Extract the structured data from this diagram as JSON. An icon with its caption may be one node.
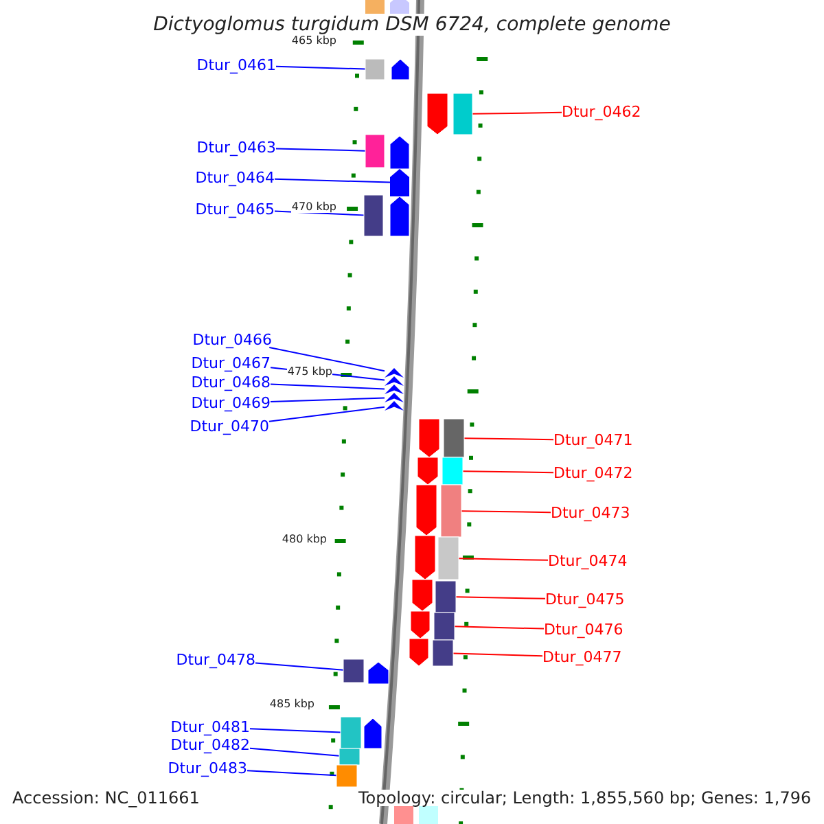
{
  "diagram": {
    "title": "Dictyoglomus turgidum DSM 6724, complete genome",
    "nodes": [
      {
        "text": [
          "Dtur_0461"
        ]
      },
      {
        "text": [],
        "shape": "box"
      },
      {
        "text": [
          "Dtur_0462"
        ]
      },
      {
        "text": [],
        "shape": "box"
      },
      {
        "text": [
          "Dtur_0463"
        ]
      },
      {
        "text": [],
        "shape": "box"
      },
      {
        "text": [
          "Dtur_0464"
        ]
      },
      {
        "text": [],
        "shape": "arrow"
      },
      {
        "text": [
          "Dtur_0465"
        ]
      },
      {
        "text": [],
        "shape": "box"
      },
      {
        "text": [
          "Dtur_0466"
        ]
      },
      {
        "text": [],
        "shape": "arrow"
      },
      {
        "text": [
          "Dtur_0467"
        ]
      },
      {
        "text": [],
        "shape": "arrow"
      },
      {
        "text": [
          "Dtur_0468"
        ]
      },
      {
        "text": [],
        "shape": "arrow"
      },
      {
        "text": [
          "Dtur_0469"
        ]
      },
      {
        "text": [],
        "shape": "arrow"
      },
      {
        "text": [
          "Dtur_0470"
        ]
      },
      {
        "text": [],
        "shape": "arrow"
      },
      {
        "text": [
          "Dtur_0471"
        ]
      },
      {
        "text": [],
        "shape": "box"
      },
      {
        "text": [
          "Dtur_0472"
        ]
      },
      {
        "text": [],
        "shape": "box"
      },
      {
        "text": [
          "Dtur_0473"
        ]
      },
      {
        "text": [],
        "shape": "box"
      },
      {
        "text": [
          "Dtur_0474"
        ]
      },
      {
        "text": [],
        "shape": "box"
      },
      {
        "text": [
          "Dtur_0475"
        ]
      },
      {
        "text": [],
        "shape": "box"
      },
      {
        "text": [
          "Dtur_0476"
        ]
      },
      {
        "text": [],
        "shape": "box"
      },
      {
        "text": [
          "Dtur_0477"
        ]
      },
      {
        "text": [],
        "shape": "box"
      },
      {
        "text": [
          "Dtur_0478"
        ]
      },
      {
        "text": [],
        "shape": "box"
      },
      {
        "text": [
          "Dtur_0481"
        ]
      },
      {
        "text": [],
        "shape": "box"
      },
      {
        "text": [
          "Dtur_0482"
        ]
      },
      {
        "text": [],
        "shape": "box"
      },
      {
        "text": [
          "Dtur_0483"
        ]
      },
      {
        "text": [],
        "shape": "box"
      }
    ],
    "edges": [
      {
        "from": 0,
        "to": 1,
        "arrow": "none"
      },
      {
        "from": 2,
        "to": 3,
        "arrow": "none",
        "color": "#ff0000"
      },
      {
        "from": 4,
        "to": 5,
        "arrow": "none"
      },
      {
        "from": 6,
        "to": 7,
        "arrow": "none"
      },
      {
        "from": 8,
        "to": 9,
        "arrow": "none"
      },
      {
        "from": 10,
        "to": 11,
        "arrow": "none"
      },
      {
        "from": 12,
        "to": 13,
        "arrow": "none"
      },
      {
        "from": 14,
        "to": 15,
        "arrow": "none"
      },
      {
        "from": 16,
        "to": 17,
        "arrow": "none"
      },
      {
        "from": 18,
        "to": 19,
        "arrow": "none"
      },
      {
        "from": 20,
        "to": 21,
        "arrow": "none",
        "color": "#ff0000"
      },
      {
        "from": 22,
        "to": 23,
        "arrow": "none",
        "color": "#ff0000"
      },
      {
        "from": 24,
        "to": 25,
        "arrow": "none",
        "color": "#ff0000"
      },
      {
        "from": 26,
        "to": 27,
        "arrow": "none",
        "color": "#ff0000"
      },
      {
        "from": 28,
        "to": 29,
        "arrow": "none",
        "color": "#ff0000"
      },
      {
        "from": 30,
        "to": 31,
        "arrow": "none",
        "color": "#ff0000"
      },
      {
        "from": 32,
        "to": 33,
        "arrow": "none",
        "color": "#ff0000"
      },
      {
        "from": 34,
        "to": 35,
        "arrow": "none"
      },
      {
        "from": 36,
        "to": 37,
        "arrow": "none"
      },
      {
        "from": 38,
        "to": 39,
        "arrow": "none"
      },
      {
        "from": 40,
        "to": 41,
        "arrow": "none"
      }
    ],
    "labels": [
      "465 kbp",
      "470 kbp",
      "475 kbp",
      "480 kbp",
      "485 kbp",
      "Accession: NC_011661",
      "Topology: circular; Length: 1,855,560 bp; Genes: 1,796"
    ]
  }
}
